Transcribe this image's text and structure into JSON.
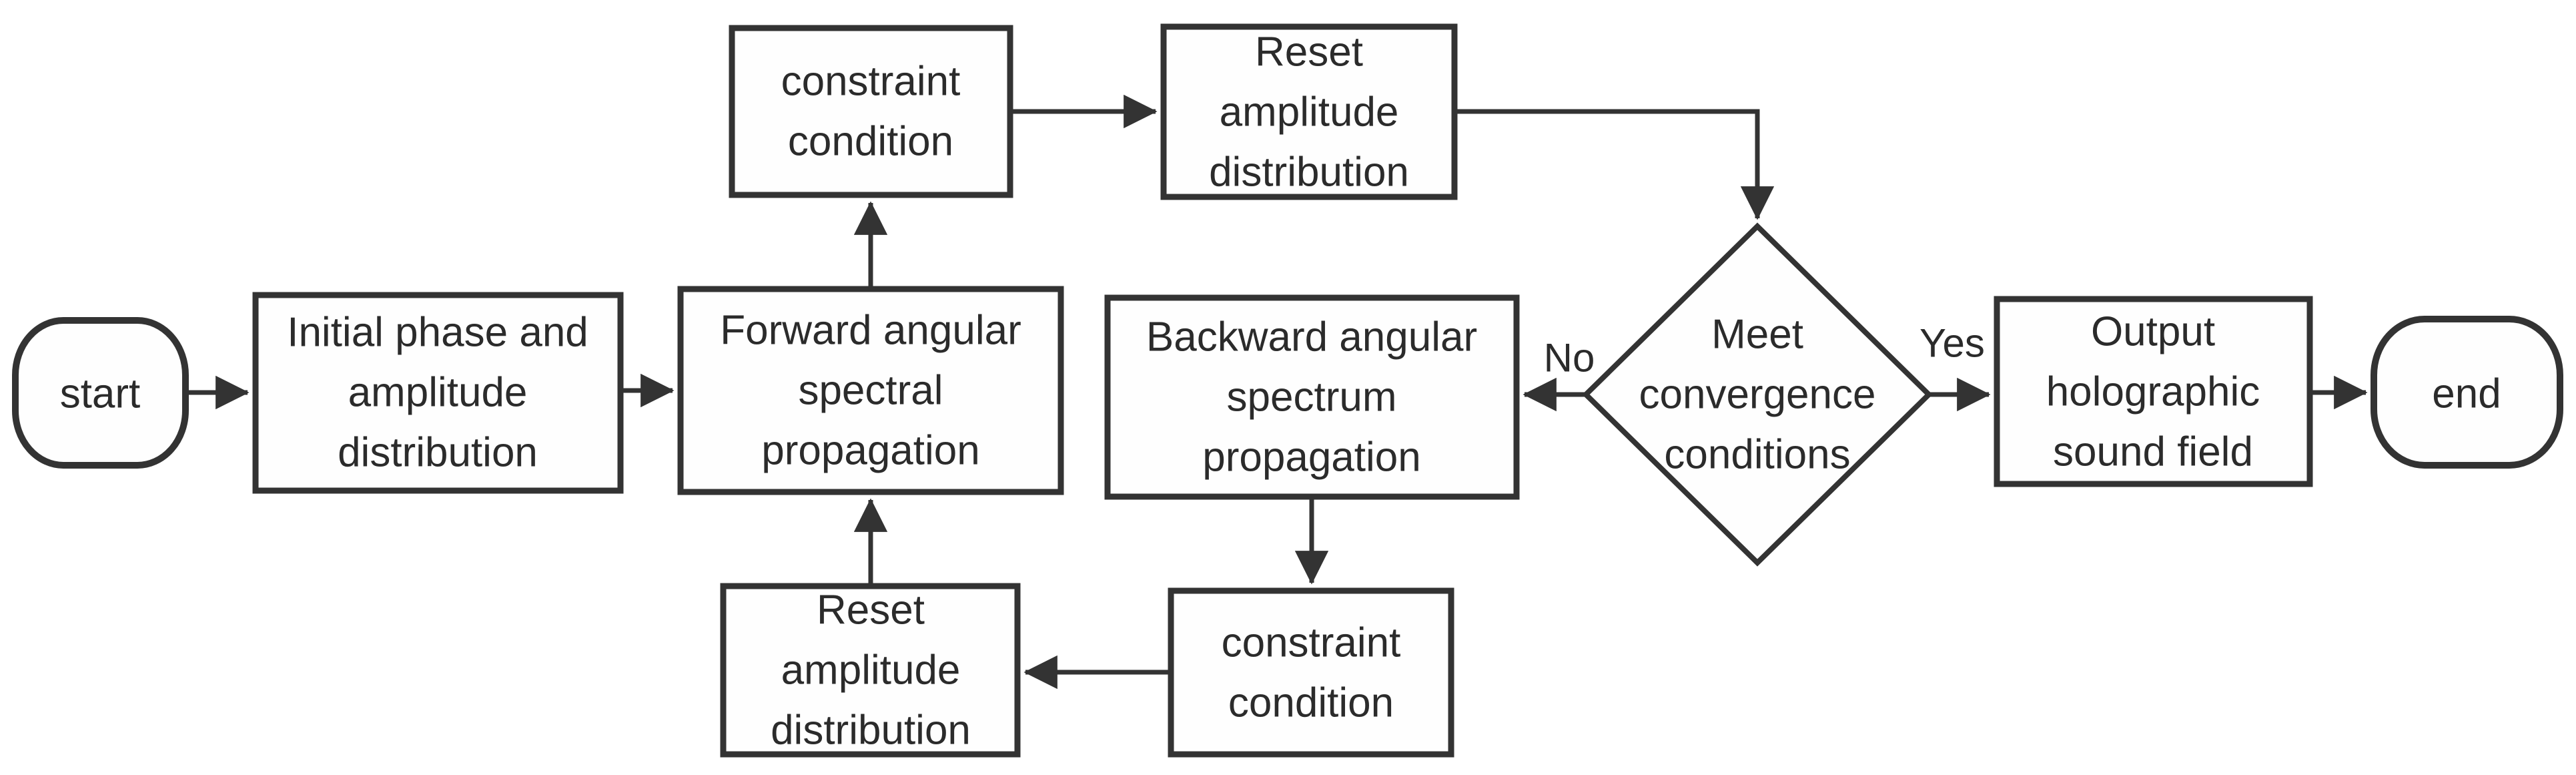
{
  "figure": {
    "type": "flowchart",
    "background_color": "#ffffff",
    "line_color": "#333333",
    "text_color": "#2b2b2b"
  },
  "nodes": {
    "start": {
      "shape": "terminator",
      "lines": [
        "start"
      ]
    },
    "initial": {
      "shape": "process",
      "lines": [
        "Initial phase and",
        "amplitude",
        "distribution"
      ]
    },
    "forward": {
      "shape": "process",
      "lines": [
        "Forward angular",
        "spectral",
        "propagation"
      ]
    },
    "constraint_top": {
      "shape": "process",
      "lines": [
        "constraint",
        "condition"
      ]
    },
    "reset_top": {
      "shape": "process",
      "lines": [
        "Reset",
        "amplitude",
        "distribution"
      ]
    },
    "backward": {
      "shape": "process",
      "lines": [
        "Backward angular",
        "spectrum",
        "propagation"
      ]
    },
    "decision": {
      "shape": "decision",
      "lines": [
        "Meet",
        "convergence",
        "conditions"
      ]
    },
    "output": {
      "shape": "process",
      "lines": [
        "Output",
        "holographic",
        "sound field"
      ]
    },
    "end": {
      "shape": "terminator",
      "lines": [
        "end"
      ]
    },
    "reset_bottom": {
      "shape": "process",
      "lines": [
        "Reset",
        "amplitude",
        "distribution"
      ]
    },
    "constraint_bottom": {
      "shape": "process",
      "lines": [
        "constraint",
        "condition"
      ]
    }
  },
  "edge_labels": {
    "no": "No",
    "yes": "Yes"
  }
}
